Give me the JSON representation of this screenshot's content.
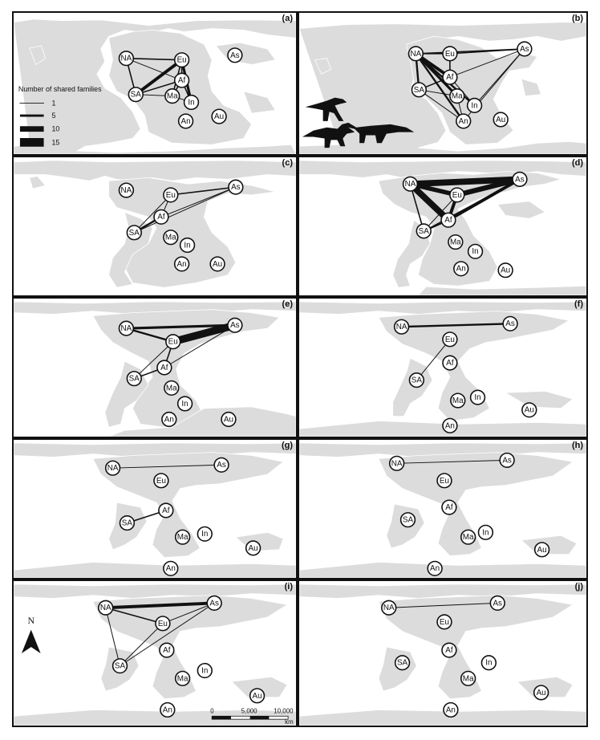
{
  "figure": {
    "legend": {
      "title": "Number of shared families",
      "entries": [
        {
          "label": "1",
          "weight": 1
        },
        {
          "label": "5",
          "weight": 5
        },
        {
          "label": "10",
          "weight": 10
        },
        {
          "label": "15",
          "weight": 15
        }
      ]
    },
    "north_label": "N",
    "scale_bar": {
      "labels": [
        "0",
        "5,000",
        "10,000"
      ],
      "unit": "km"
    },
    "panels": [
      {
        "label": "(a)",
        "nodes": [
          "NA",
          "Eu",
          "Af",
          "SA",
          "Ma",
          "In",
          "An",
          "Au",
          "As"
        ],
        "edges": [
          {
            "from": "NA",
            "to": "Eu",
            "w": 2
          },
          {
            "from": "NA",
            "to": "Af",
            "w": 1
          },
          {
            "from": "NA",
            "to": "SA",
            "w": 2
          },
          {
            "from": "SA",
            "to": "Eu",
            "w": 5
          },
          {
            "from": "SA",
            "to": "Af",
            "w": 2
          },
          {
            "from": "SA",
            "to": "Ma",
            "w": 1
          },
          {
            "from": "Eu",
            "to": "Af",
            "w": 2
          },
          {
            "from": "Eu",
            "to": "Ma",
            "w": 2
          },
          {
            "from": "Eu",
            "to": "In",
            "w": 4
          },
          {
            "from": "Af",
            "to": "Ma",
            "w": 2
          },
          {
            "from": "Ma",
            "to": "In",
            "w": 1
          },
          {
            "from": "Af",
            "to": "In",
            "w": 2
          }
        ]
      },
      {
        "label": "(b)",
        "nodes": [
          "NA",
          "Eu",
          "Af",
          "SA",
          "Ma",
          "In",
          "An",
          "Au",
          "As"
        ],
        "edges": [
          {
            "from": "NA",
            "to": "Eu",
            "w": 2
          },
          {
            "from": "NA",
            "to": "As",
            "w": 2
          },
          {
            "from": "Eu",
            "to": "As",
            "w": 2
          },
          {
            "from": "NA",
            "to": "Af",
            "w": 5
          },
          {
            "from": "NA",
            "to": "SA",
            "w": 3
          },
          {
            "from": "NA",
            "to": "Ma",
            "w": 4
          },
          {
            "from": "NA",
            "to": "In",
            "w": 3
          },
          {
            "from": "NA",
            "to": "An",
            "w": 3
          },
          {
            "from": "Eu",
            "to": "Af",
            "w": 2
          },
          {
            "from": "SA",
            "to": "Af",
            "w": 2
          },
          {
            "from": "SA",
            "to": "An",
            "w": 1
          },
          {
            "from": "SA",
            "to": "Ma",
            "w": 1
          },
          {
            "from": "Af",
            "to": "In",
            "w": 1
          },
          {
            "from": "As",
            "to": "Af",
            "w": 1
          },
          {
            "from": "As",
            "to": "In",
            "w": 1
          },
          {
            "from": "As",
            "to": "An",
            "w": 1
          },
          {
            "from": "Ma",
            "to": "An",
            "w": 1
          }
        ],
        "dinosaur_silhouettes": [
          "theropod",
          "ornithopod",
          "sauropod"
        ]
      },
      {
        "label": "(c)",
        "nodes": [
          "NA",
          "Eu",
          "Af",
          "SA",
          "Ma",
          "In",
          "An",
          "Au",
          "As"
        ],
        "edges": [
          {
            "from": "Eu",
            "to": "As",
            "w": 2
          },
          {
            "from": "Eu",
            "to": "Af",
            "w": 1
          },
          {
            "from": "Af",
            "to": "SA",
            "w": 3
          },
          {
            "from": "Af",
            "to": "As",
            "w": 1
          },
          {
            "from": "SA",
            "to": "Eu",
            "w": 1
          },
          {
            "from": "SA",
            "to": "As",
            "w": 1
          }
        ]
      },
      {
        "label": "(d)",
        "nodes": [
          "NA",
          "Eu",
          "Af",
          "SA",
          "Ma",
          "In",
          "An",
          "Au",
          "As"
        ],
        "edges": [
          {
            "from": "NA",
            "to": "As",
            "w": 10
          },
          {
            "from": "NA",
            "to": "Eu",
            "w": 7
          },
          {
            "from": "NA",
            "to": "Af",
            "w": 10
          },
          {
            "from": "Eu",
            "to": "As",
            "w": 8
          },
          {
            "from": "Af",
            "to": "As",
            "w": 5
          },
          {
            "from": "Eu",
            "to": "Af",
            "w": 5
          },
          {
            "from": "SA",
            "to": "Af",
            "w": 3
          },
          {
            "from": "SA",
            "to": "NA",
            "w": 2
          },
          {
            "from": "SA",
            "to": "Eu",
            "w": 1
          },
          {
            "from": "SA",
            "to": "As",
            "w": 1
          }
        ]
      },
      {
        "label": "(e)",
        "nodes": [
          "NA",
          "Eu",
          "Af",
          "SA",
          "Ma",
          "In",
          "An",
          "Au",
          "As"
        ],
        "edges": [
          {
            "from": "NA",
            "to": "As",
            "w": 4
          },
          {
            "from": "NA",
            "to": "Eu",
            "w": 3
          },
          {
            "from": "Eu",
            "to": "As",
            "w": 12
          },
          {
            "from": "Eu",
            "to": "Af",
            "w": 2
          },
          {
            "from": "Af",
            "to": "As",
            "w": 1
          },
          {
            "from": "SA",
            "to": "Af",
            "w": 2
          },
          {
            "from": "SA",
            "to": "Eu",
            "w": 1
          }
        ]
      },
      {
        "label": "(f)",
        "nodes": [
          "NA",
          "Eu",
          "Af",
          "SA",
          "Ma",
          "In",
          "An",
          "Au",
          "As"
        ],
        "edges": [
          {
            "from": "NA",
            "to": "As",
            "w": 3
          },
          {
            "from": "SA",
            "to": "Eu",
            "w": 1
          }
        ]
      },
      {
        "label": "(g)",
        "nodes": [
          "NA",
          "Eu",
          "Af",
          "SA",
          "Ma",
          "In",
          "An",
          "Au",
          "As"
        ],
        "edges": [
          {
            "from": "NA",
            "to": "As",
            "w": 1
          },
          {
            "from": "SA",
            "to": "Af",
            "w": 2
          }
        ]
      },
      {
        "label": "(h)",
        "nodes": [
          "NA",
          "Eu",
          "Af",
          "SA",
          "Ma",
          "In",
          "An",
          "Au",
          "As"
        ],
        "edges": [
          {
            "from": "NA",
            "to": "As",
            "w": 1
          }
        ]
      },
      {
        "label": "(i)",
        "nodes": [
          "NA",
          "Eu",
          "Af",
          "SA",
          "Ma",
          "In",
          "An",
          "Au",
          "As"
        ],
        "edges": [
          {
            "from": "NA",
            "to": "As",
            "w": 5
          },
          {
            "from": "NA",
            "to": "Eu",
            "w": 2
          },
          {
            "from": "NA",
            "to": "SA",
            "w": 1
          },
          {
            "from": "Eu",
            "to": "As",
            "w": 1
          },
          {
            "from": "SA",
            "to": "Eu",
            "w": 1
          },
          {
            "from": "SA",
            "to": "As",
            "w": 1
          }
        ]
      },
      {
        "label": "(j)",
        "nodes": [
          "NA",
          "Eu",
          "Af",
          "SA",
          "Ma",
          "In",
          "An",
          "Au",
          "As"
        ],
        "edges": [
          {
            "from": "NA",
            "to": "As",
            "w": 1
          }
        ]
      }
    ]
  }
}
